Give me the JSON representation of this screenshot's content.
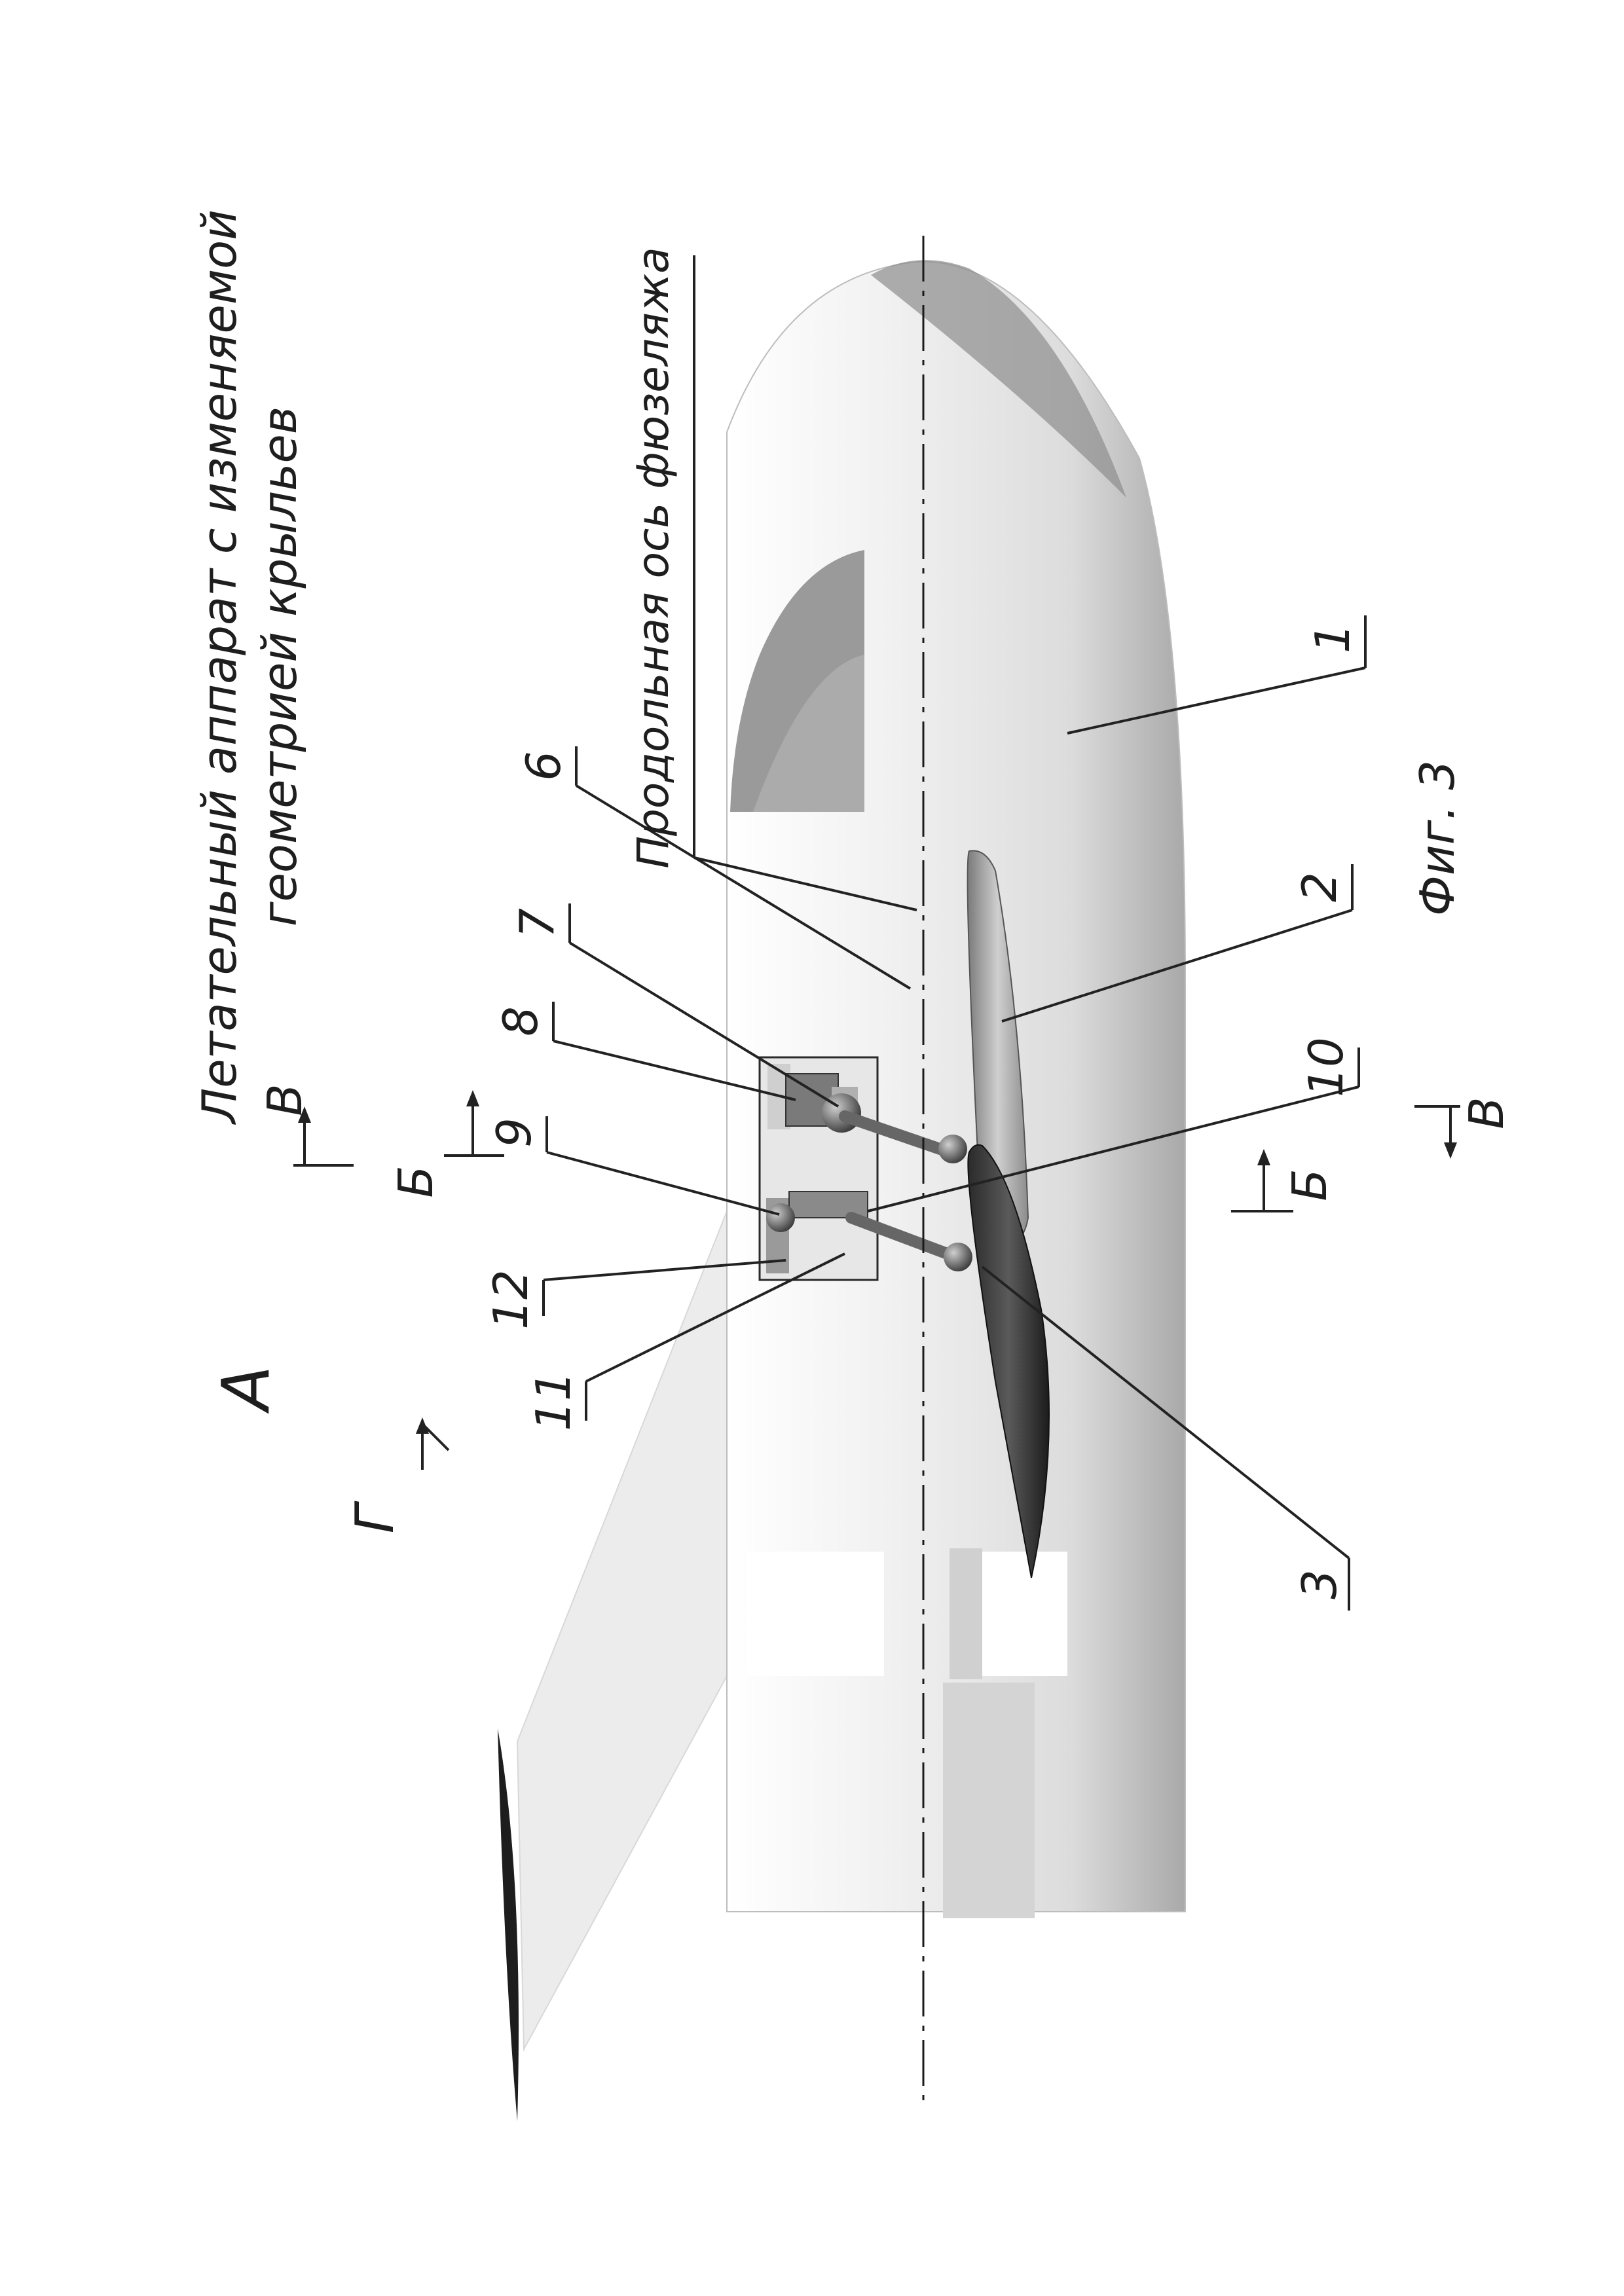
{
  "title": {
    "line1": "Летательный аппарат с изменяемой",
    "line2": "геометрией крыльев"
  },
  "axis_label": "Продольная ось фюзеляжа",
  "figure_caption": "Фиг. 3",
  "view_label": "А",
  "view_arrow_label": "Г",
  "section_labels": {
    "b_top": "Б",
    "b_bottom": "Б",
    "v_top": "В",
    "v_bottom": "В"
  },
  "callouts": {
    "n1": "1",
    "n2": "2",
    "n3": "3",
    "n6": "6",
    "n7": "7",
    "n8": "8",
    "n9": "9",
    "n10": "10",
    "n11": "11",
    "n12": "12"
  }
}
